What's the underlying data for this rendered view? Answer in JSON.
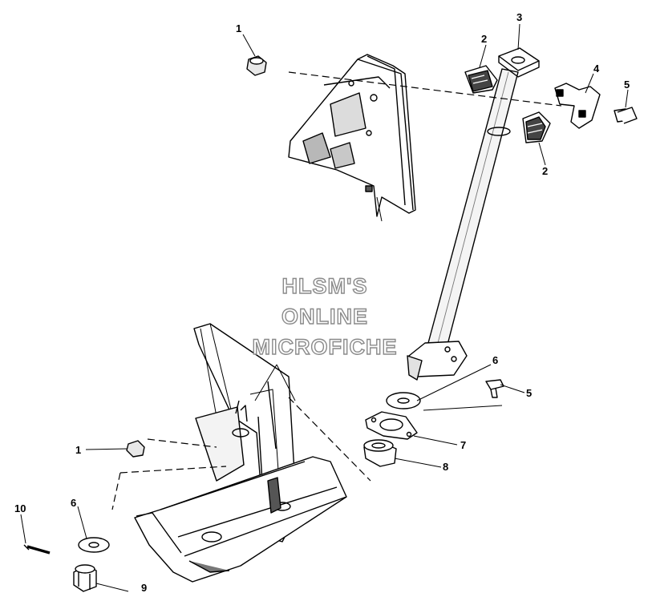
{
  "watermark": {
    "line1": "HLSM'S",
    "line2": "ONLINE",
    "line3": "MICROFICHE"
  },
  "callouts": [
    {
      "id": "c1a",
      "label": "1"
    },
    {
      "id": "c2a",
      "label": "2"
    },
    {
      "id": "c3",
      "label": "3"
    },
    {
      "id": "c4",
      "label": "4"
    },
    {
      "id": "c5a",
      "label": "5"
    },
    {
      "id": "c2b",
      "label": "2"
    },
    {
      "id": "c6a",
      "label": "6"
    },
    {
      "id": "c5b",
      "label": "5"
    },
    {
      "id": "c7",
      "label": "7"
    },
    {
      "id": "c8",
      "label": "8"
    },
    {
      "id": "c1b",
      "label": "1"
    },
    {
      "id": "c10",
      "label": "10"
    },
    {
      "id": "c6b",
      "label": "6"
    },
    {
      "id": "c9",
      "label": "9"
    }
  ]
}
